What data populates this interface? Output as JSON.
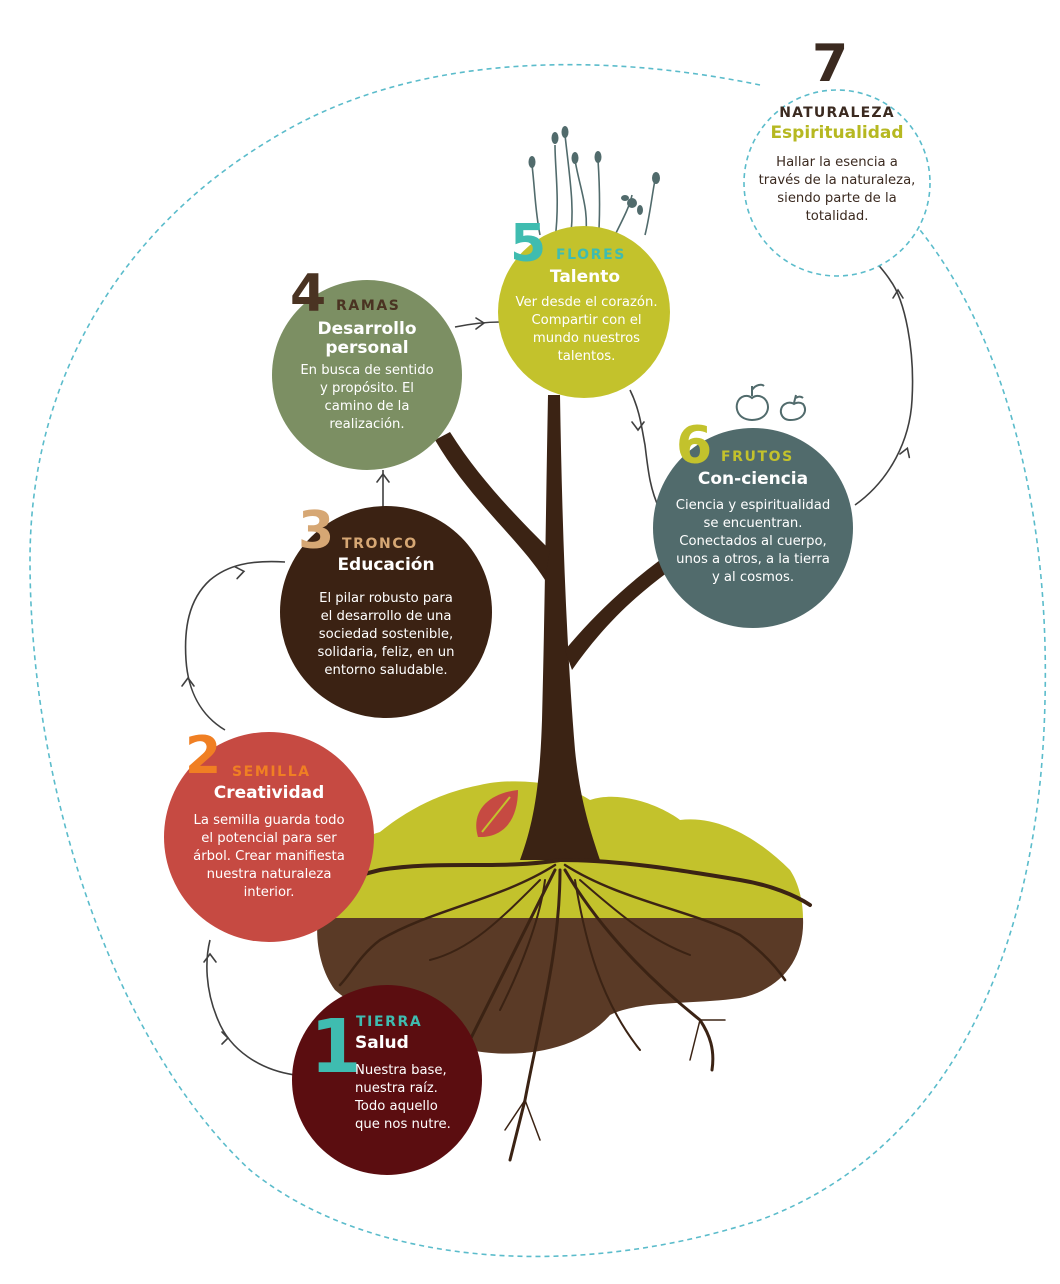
{
  "colors": {
    "dashed_outline": "#5bbccb",
    "arrows": "#3f3f3f",
    "trunk": "#3b2314",
    "soil": "#5a3a26",
    "grass": "#c3c22c",
    "white_text": "#ffffff",
    "dark_text": "#3b2a20"
  },
  "stages": [
    {
      "number": "1",
      "category": "TIERRA",
      "subtitle": "Salud",
      "description": [
        "Nuestra base,",
        "nuestra raíz.",
        "Todo aquello",
        "que nos nutre."
      ],
      "circle_color": "#5b0d10",
      "number_color": "#3fbcb0",
      "category_color": "#3fbcb0"
    },
    {
      "number": "2",
      "category": "SEMILLA",
      "subtitle": "Creatividad",
      "description": [
        "La semilla guarda todo",
        "el potencial para ser",
        "árbol. Crear manifiesta",
        "nuestra naturaleza",
        "interior."
      ],
      "circle_color": "#c64a42",
      "number_color": "#f07f23",
      "category_color": "#f07f23"
    },
    {
      "number": "3",
      "category": "TRONCO",
      "subtitle": "Educación",
      "description": [
        "El pilar robusto para",
        "el desarrollo de una",
        "sociedad sostenible,",
        "solidaria, feliz, en un",
        "entorno saludable."
      ],
      "circle_color": "#3b2213",
      "number_color": "#d6a774",
      "category_color": "#d6a774"
    },
    {
      "number": "4",
      "category": "RAMAS",
      "subtitle": "Desarrollo personal",
      "description": [
        "En busca de sentido",
        "y propósito. El",
        "camino de la",
        "realización."
      ],
      "circle_color": "#7c8f63",
      "number_color": "#4a3322",
      "category_color": "#4a3322"
    },
    {
      "number": "5",
      "category": "FLORES",
      "subtitle": "Talento",
      "description": [
        "Ver desde el corazón.",
        "Compartir con el",
        "mundo nuestros",
        "talentos."
      ],
      "circle_color": "#c3c22c",
      "number_color": "#3fbcb0",
      "category_color": "#3fbcb0"
    },
    {
      "number": "6",
      "category": "FRUTOS",
      "subtitle": "Con-ciencia",
      "description": [
        "Ciencia y espiritualidad",
        "se encuentran.",
        "Conectados al cuerpo,",
        "unos a otros, a la tierra",
        "y al cosmos."
      ],
      "circle_color": "#516b6c",
      "number_color": "#c3c22c",
      "category_color": "#c3c22c"
    },
    {
      "number": "7",
      "category": "NATURALEZA",
      "subtitle": "Espiritualidad",
      "description": [
        "Hallar la esencia a",
        "través de la naturaleza,",
        "siendo parte de la",
        "totalidad."
      ],
      "circle_color": "#ffffff",
      "number_color": "#3b2a20",
      "category_color": "#3b2a20",
      "subtitle_color": "#b6b821",
      "text_color": "#3b2a20"
    }
  ]
}
